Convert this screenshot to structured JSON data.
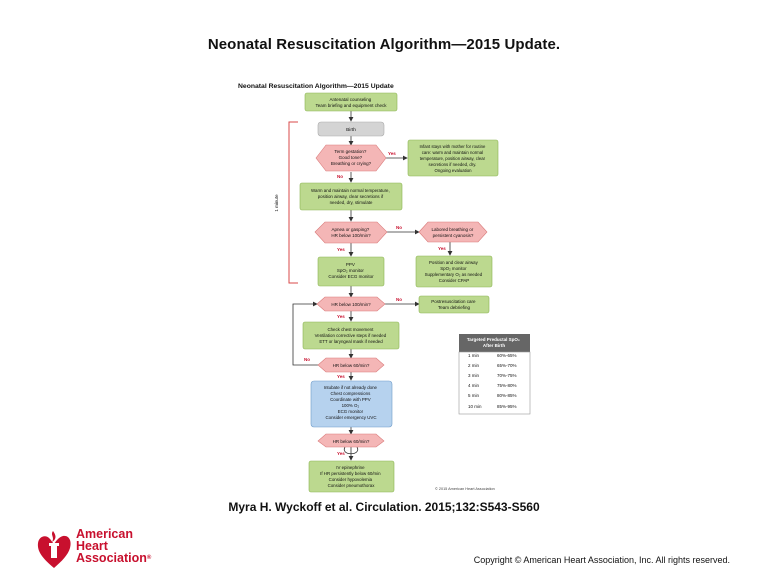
{
  "slide": {
    "title": "Neonatal Resuscitation Algorithm—2015 Update.",
    "citation": "Myra H. Wyckoff et al. Circulation. 2015;132:S543-S560",
    "copyright": "Copyright © American Heart Association, Inc. All rights reserved."
  },
  "logo": {
    "line1": "American",
    "line2": "Heart",
    "line3": "Association",
    "reg": "®"
  },
  "diagram": {
    "title": "Neonatal Resuscitation Algorithm—2015 Update",
    "footer": "© 2015 American Heart Association",
    "side_label": "1 minute",
    "nodes": {
      "antenatal": [
        "Antenatal counseling",
        "Team briefing and equipment check"
      ],
      "birth": [
        "Birth"
      ],
      "term_q": [
        "Term gestation?",
        "Good tone?",
        "Breathing or crying?"
      ],
      "stays_mother": [
        "Infant stays with mother for routine",
        "care: warm and maintain normal",
        "temperature, position airway, clear",
        "secretions if needed, dry.",
        "Ongoing evaluation"
      ],
      "warm": [
        "Warm and maintain normal temperature,",
        "position airway, clear secretions if",
        "needed, dry, stimulate"
      ],
      "apnea_q": [
        "Apnea or gasping?",
        "HR below 100/min?"
      ],
      "labored_q": [
        "Labored breathing or",
        "persistent cyanosis?"
      ],
      "ppv": [
        "PPV",
        "SpO₂ monitor",
        "Consider ECG monitor"
      ],
      "position_airway": [
        "Position and clear airway",
        "SpO₂ monitor",
        "Supplementary O₂ as needed",
        "Consider CPAP"
      ],
      "hr100_q": [
        "HR below 100/min?"
      ],
      "postresus": [
        "Postresuscitation care",
        "Team debriefing"
      ],
      "check_chest": [
        "Check chest movement",
        "Ventilation corrective steps if needed",
        "ETT or laryngeal mask if needed"
      ],
      "hr60_q": [
        "HR below 60/min?"
      ],
      "intubate": [
        "Intubate if not already done",
        "Chest compressions",
        "Coordinate with PPV",
        "100% O₂",
        "ECG monitor",
        "Consider emergency UVC"
      ],
      "hr60_q2": [
        "HR below 60/min?"
      ],
      "iv_epi": [
        "IV epinephrine",
        "If HR persistently below 60/min",
        "Consider hypovolemia",
        "Consider pneumothorax"
      ]
    },
    "edge_labels": {
      "yes": "Yes",
      "no": "No"
    },
    "spo2_table": {
      "header": [
        "Targeted Preductal SpO₂",
        "After Birth"
      ],
      "rows": [
        [
          "1 min",
          "60%-65%"
        ],
        [
          "2 min",
          "65%-70%"
        ],
        [
          "3 min",
          "70%-75%"
        ],
        [
          "4 min",
          "75%-80%"
        ],
        [
          "5 min",
          "80%-85%"
        ],
        [
          "10 min",
          "85%-95%"
        ]
      ]
    },
    "colors": {
      "action_fill": "#bcd98f",
      "action_stroke": "#8bb453",
      "decision_fill": "#f4b6b6",
      "decision_stroke": "#d97a7a",
      "birth_fill": "#d4d4d4",
      "blue_fill": "#b6d2ee",
      "blue_stroke": "#6f9cc9",
      "yes_no_red": "#c8102e",
      "table_header": "#666666",
      "bracket": "#d94a4a",
      "aha_red": "#c8102e"
    }
  }
}
